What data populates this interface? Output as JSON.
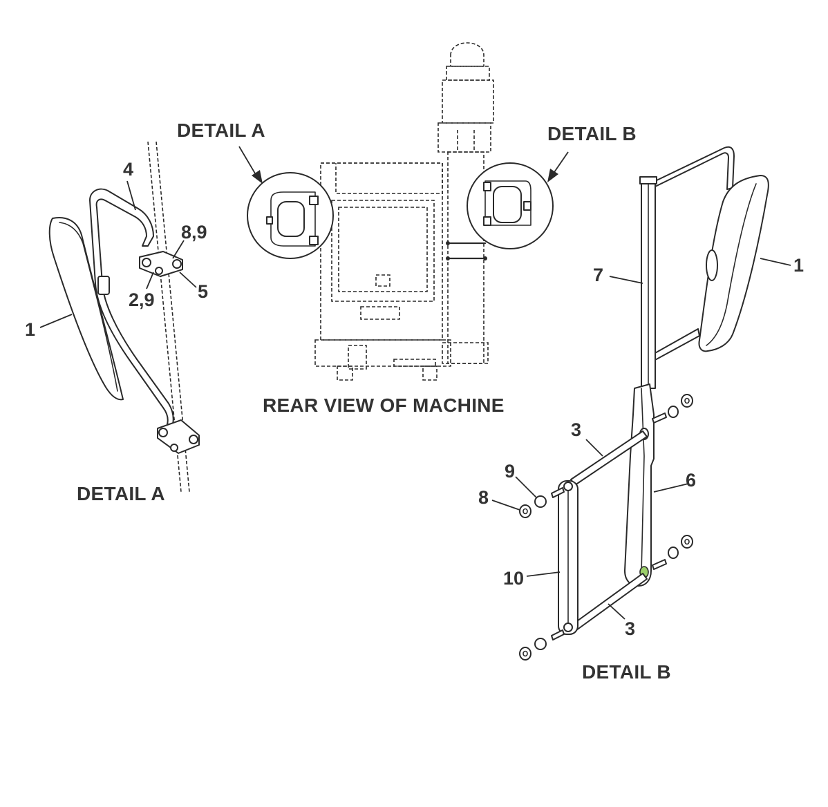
{
  "diagram": {
    "views": {
      "detail_a_title": "DETAIL A",
      "detail_b_title": "DETAIL B",
      "rear_view_title": "REAR VIEW OF MACHINE",
      "callout_a": "DETAIL A",
      "callout_b": "DETAIL B"
    },
    "detail_a_labels": {
      "mirror": "1",
      "arm": "4",
      "nut_washer": "8,9",
      "bolt_washer": "2,9",
      "clamp": "5"
    },
    "detail_b_labels": {
      "mirror": "1",
      "post": "7",
      "rod_upper": "3",
      "rod_lower": "3",
      "bracket": "6",
      "washer": "9",
      "nut": "8",
      "plate": "10"
    }
  }
}
